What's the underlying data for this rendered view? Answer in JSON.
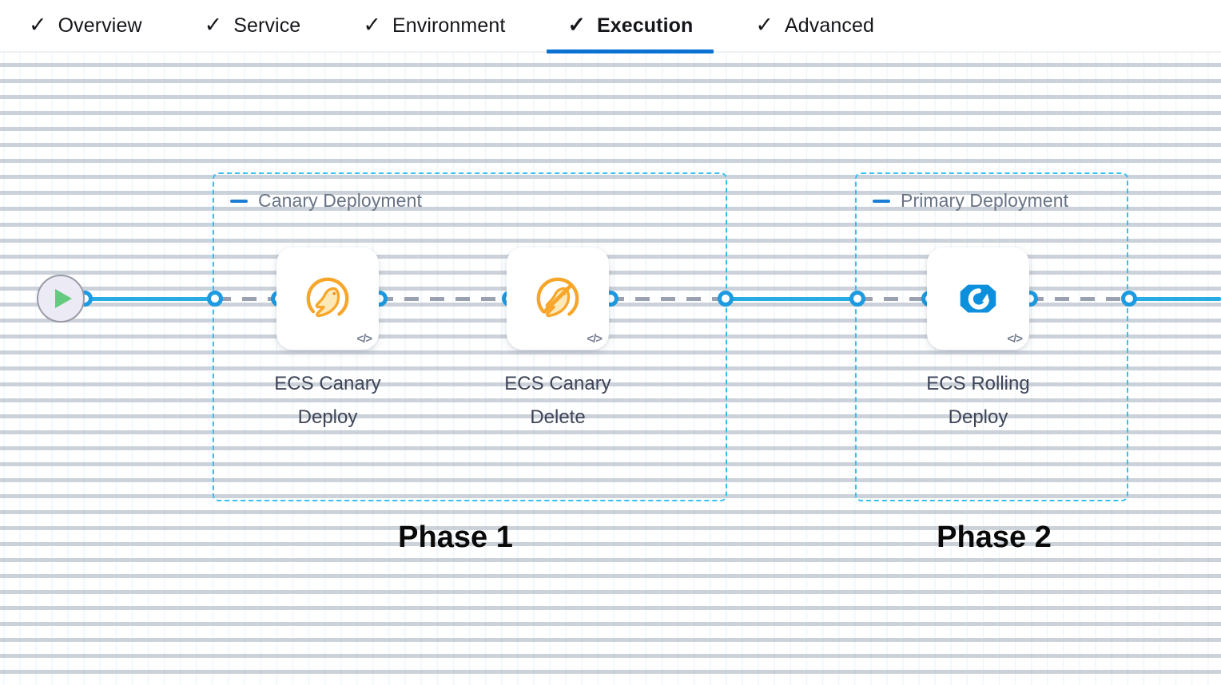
{
  "tabs": [
    {
      "label": "Overview",
      "icon": "check-icon",
      "active": false
    },
    {
      "label": "Service",
      "icon": "check-icon",
      "active": false
    },
    {
      "label": "Environment",
      "icon": "check-icon",
      "active": false
    },
    {
      "label": "Execution",
      "icon": "check-icon",
      "active": true
    },
    {
      "label": "Advanced",
      "icon": "check-icon",
      "active": false
    }
  ],
  "colors": {
    "accent_blue": "#0b72d2",
    "edge_blue": "#29ace4",
    "port_blue": "#1e9ae0",
    "group_border": "#35c0f5",
    "canary_orange": "#f5a623",
    "rolling_blue": "#0e8fdc",
    "play_green": "#62cb7f",
    "label_text": "#3d4457",
    "group_title": "#6a7385"
  },
  "canvas": {
    "start_node": {
      "name": "pipeline-start",
      "icon": "play-icon"
    },
    "groups": [
      {
        "title": "Canary Deployment",
        "collapse_icon": "minus-icon",
        "phase_label": "Phase 1",
        "nodes": [
          {
            "label": "ECS Canary\nDeploy",
            "icon": "canary-bird-icon",
            "badge": "</>"
          },
          {
            "label": "ECS Canary\nDelete",
            "icon": "canary-bird-slash-icon",
            "badge": "</>"
          }
        ]
      },
      {
        "title": "Primary Deployment",
        "collapse_icon": "minus-icon",
        "phase_label": "Phase 2",
        "nodes": [
          {
            "label": "ECS Rolling\nDeploy",
            "icon": "ecs-rolling-icon",
            "badge": "</>"
          }
        ]
      }
    ]
  }
}
